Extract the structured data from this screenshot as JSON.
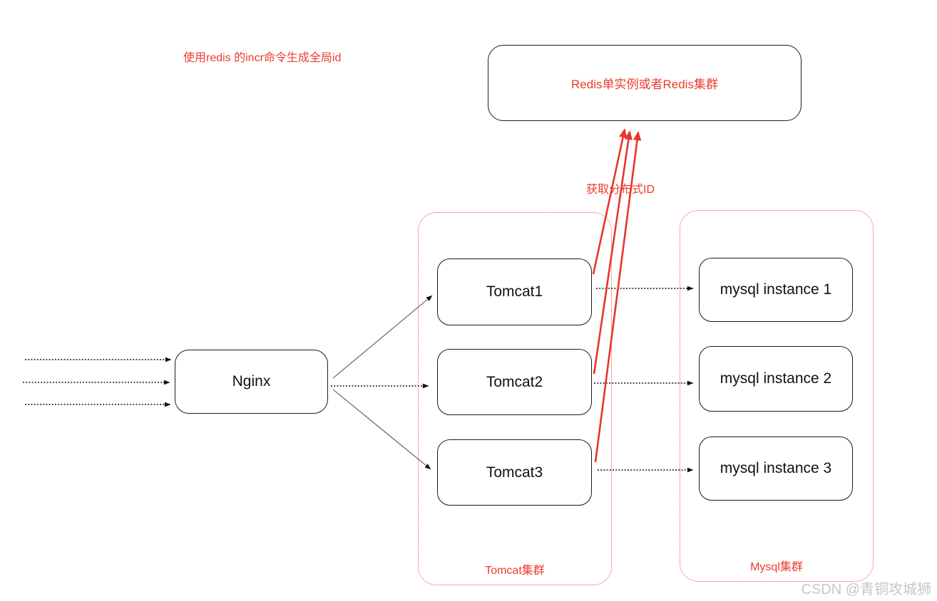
{
  "annotations": {
    "title": "使用redis 的incr命令生成全局id",
    "get_id_label": "获取分布式ID"
  },
  "nodes": {
    "redis": {
      "label": "Redis单实例或者Redis集群"
    },
    "nginx": {
      "label": "Nginx"
    },
    "tomcat1": {
      "label": "Tomcat1"
    },
    "tomcat2": {
      "label": "Tomcat2"
    },
    "tomcat3": {
      "label": "Tomcat3"
    },
    "mysql1": {
      "label": "mysql instance 1"
    },
    "mysql2": {
      "label": "mysql instance 2"
    },
    "mysql3": {
      "label": "mysql instance 3"
    }
  },
  "clusters": {
    "tomcat": {
      "label": "Tomcat集群"
    },
    "mysql": {
      "label": "Mysql集群"
    }
  },
  "watermark": "CSDN @青铜攻城狮",
  "colors": {
    "accent_red": "#ee3b2e",
    "arrow_red": "#e8352b",
    "cluster_border_red": "#f2564a",
    "node_border_black": "#1c1c1c",
    "watermark_gray": "#c6c6c6"
  }
}
